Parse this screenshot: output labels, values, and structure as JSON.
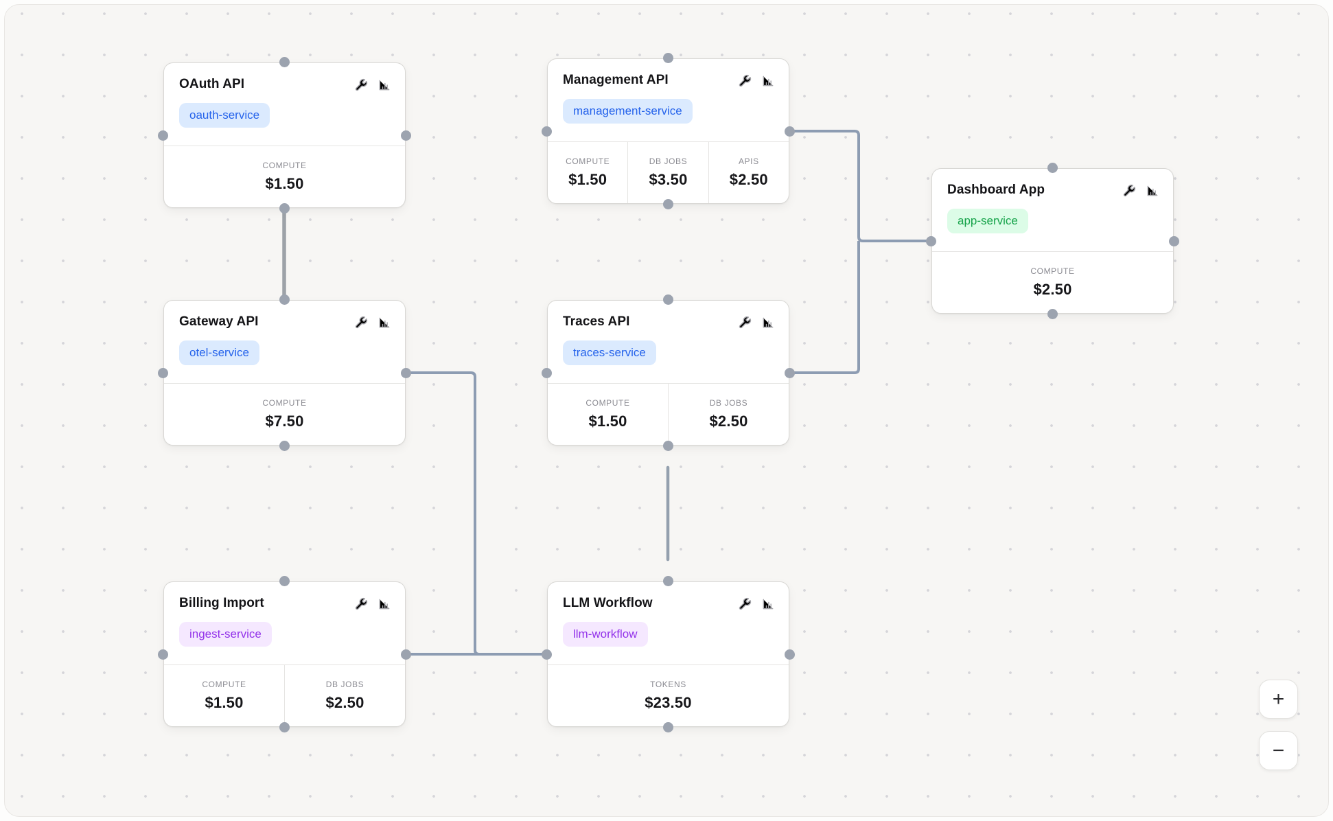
{
  "canvas": {
    "background": "#f7f6f4",
    "dot_color": "#d5d5d9"
  },
  "nodes": [
    {
      "id": "oauth-api",
      "title": "OAuth API",
      "badge": "oauth-service",
      "badge_bg": "#dbeafe",
      "badge_text": "#2563eb",
      "costs": [
        {
          "label": "COMPUTE",
          "value": "$1.50"
        }
      ]
    },
    {
      "id": "management-api",
      "title": "Management API",
      "badge": "management-service",
      "badge_bg": "#dbeafe",
      "badge_text": "#2563eb",
      "costs": [
        {
          "label": "COMPUTE",
          "value": "$1.50"
        },
        {
          "label": "DB JOBS",
          "value": "$3.50"
        },
        {
          "label": "APIS",
          "value": "$2.50"
        }
      ]
    },
    {
      "id": "gateway-api",
      "title": "Gateway API",
      "badge": "otel-service",
      "badge_bg": "#dbeafe",
      "badge_text": "#2563eb",
      "costs": [
        {
          "label": "COMPUTE",
          "value": "$7.50"
        }
      ]
    },
    {
      "id": "traces-api",
      "title": "Traces API",
      "badge": "traces-service",
      "badge_bg": "#dbeafe",
      "badge_text": "#2563eb",
      "costs": [
        {
          "label": "COMPUTE",
          "value": "$1.50"
        },
        {
          "label": "DB JOBS",
          "value": "$2.50"
        }
      ]
    },
    {
      "id": "billing-import",
      "title": "Billing Import",
      "badge": "ingest-service",
      "badge_bg": "#f5e8ff",
      "badge_text": "#9333ea",
      "costs": [
        {
          "label": "COMPUTE",
          "value": "$1.50"
        },
        {
          "label": "DB JOBS",
          "value": "$2.50"
        }
      ]
    },
    {
      "id": "llm-workflow",
      "title": "LLM Workflow",
      "badge": "llm-workflow",
      "badge_bg": "#f5e8ff",
      "badge_text": "#9333ea",
      "costs": [
        {
          "label": "TOKENS",
          "value": "$23.50"
        }
      ]
    },
    {
      "id": "dashboard-app",
      "title": "Dashboard App",
      "badge": "app-service",
      "badge_bg": "#dcfce7",
      "badge_text": "#16a34a",
      "costs": [
        {
          "label": "COMPUTE",
          "value": "$2.50"
        }
      ]
    }
  ],
  "node_icons": [
    "wrench-icon",
    "bar-chart-icon"
  ],
  "edges": [
    {
      "source": "oauth-api",
      "sourceHandle": "bottom",
      "target": "gateway-api",
      "targetHandle": "top",
      "color": "#9da2a8"
    },
    {
      "source": "management-api",
      "sourceHandle": "right",
      "target": "dashboard-app",
      "targetHandle": "left",
      "color": "#8d9cb2"
    },
    {
      "source": "traces-api",
      "sourceHandle": "right",
      "target": "dashboard-app",
      "targetHandle": "left",
      "color": "#8d9cb2"
    },
    {
      "source": "traces-api",
      "sourceHandle": "bottom",
      "target": "llm-workflow",
      "targetHandle": "top",
      "color": "#94a0ae"
    },
    {
      "source": "gateway-api",
      "sourceHandle": "right",
      "target": "llm-workflow",
      "targetHandle": "left",
      "color": "#8d9cb2"
    },
    {
      "source": "billing-import",
      "sourceHandle": "right",
      "target": "llm-workflow",
      "targetHandle": "left",
      "color": "#8d9cb2"
    }
  ],
  "controls": {
    "zoom_in": "+",
    "zoom_out": "−"
  }
}
